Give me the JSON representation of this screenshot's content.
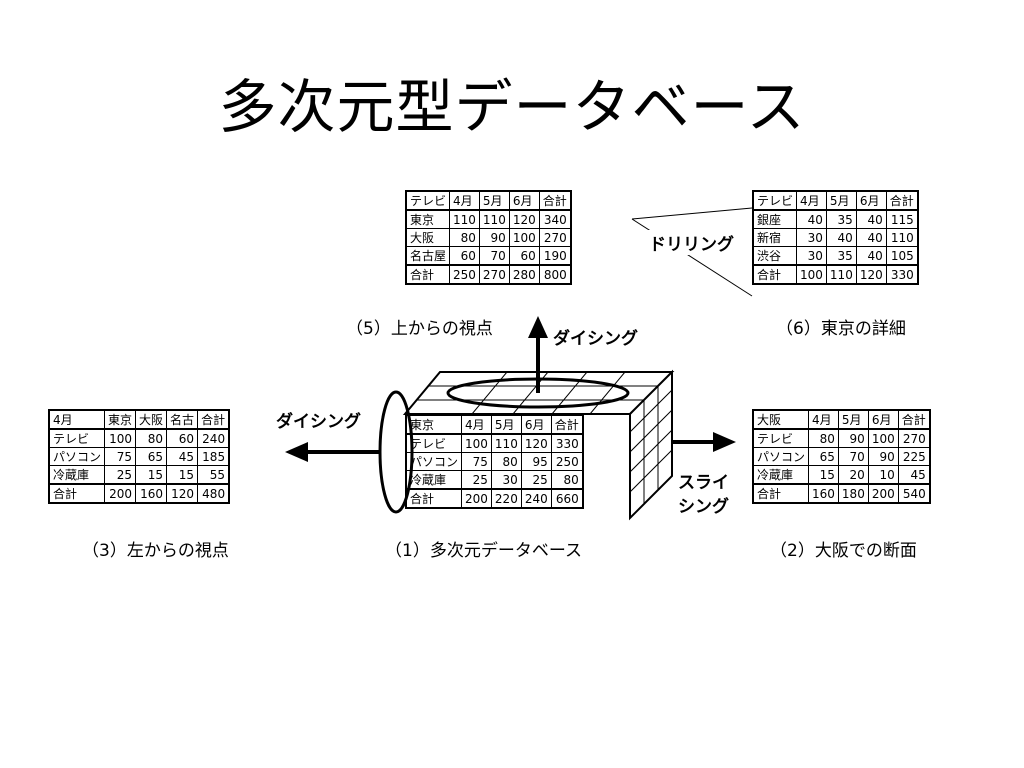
{
  "title": "多次元型データベース",
  "tables": {
    "center": {
      "header": [
        "東京",
        "4月",
        "5月",
        "6月",
        "合計"
      ],
      "rows": [
        [
          "テレビ",
          "100",
          "110",
          "120",
          "330"
        ],
        [
          "パソコン",
          "75",
          "80",
          "95",
          "250"
        ],
        [
          "冷蔵庫",
          "25",
          "30",
          "25",
          "80"
        ]
      ],
      "total": [
        "合計",
        "200",
        "220",
        "240",
        "660"
      ]
    },
    "top": {
      "header": [
        "テレビ",
        "4月",
        "5月",
        "6月",
        "合計"
      ],
      "rows": [
        [
          "東京",
          "110",
          "110",
          "120",
          "340"
        ],
        [
          "大阪",
          "80",
          "90",
          "100",
          "270"
        ],
        [
          "名古屋",
          "60",
          "70",
          "60",
          "190"
        ]
      ],
      "total": [
        "合計",
        "250",
        "270",
        "280",
        "800"
      ]
    },
    "detail": {
      "header": [
        "テレビ",
        "4月",
        "5月",
        "6月",
        "合計"
      ],
      "rows": [
        [
          "銀座",
          "40",
          "35",
          "40",
          "115"
        ],
        [
          "新宿",
          "30",
          "40",
          "40",
          "110"
        ],
        [
          "渋谷",
          "30",
          "35",
          "40",
          "105"
        ]
      ],
      "total": [
        "合計",
        "100",
        "110",
        "120",
        "330"
      ]
    },
    "left": {
      "header": [
        "4月",
        "東京",
        "大阪",
        "名古",
        "合計"
      ],
      "rows": [
        [
          "テレビ",
          "100",
          "80",
          "60",
          "240"
        ],
        [
          "パソコン",
          "75",
          "65",
          "45",
          "185"
        ],
        [
          "冷蔵庫",
          "25",
          "15",
          "15",
          "55"
        ]
      ],
      "total": [
        "合計",
        "200",
        "160",
        "120",
        "480"
      ]
    },
    "right": {
      "header": [
        "大阪",
        "4月",
        "5月",
        "6月",
        "合計"
      ],
      "rows": [
        [
          "テレビ",
          "80",
          "90",
          "100",
          "270"
        ],
        [
          "パソコン",
          "65",
          "70",
          "90",
          "225"
        ],
        [
          "冷蔵庫",
          "15",
          "20",
          "10",
          "45"
        ]
      ],
      "total": [
        "合計",
        "160",
        "180",
        "200",
        "540"
      ]
    }
  },
  "captions": {
    "center": "（1）多次元データベース",
    "right": "（2）大阪での断面",
    "left": "（3）左からの視点",
    "top": "（5）上からの視点",
    "detail": "（6）東京の詳細"
  },
  "operations": {
    "drilling": "ドリリング",
    "dicing_top": "ダイシング",
    "dicing_left": "ダイシング",
    "slicing_line1": "スライ",
    "slicing_line2": "シング"
  }
}
